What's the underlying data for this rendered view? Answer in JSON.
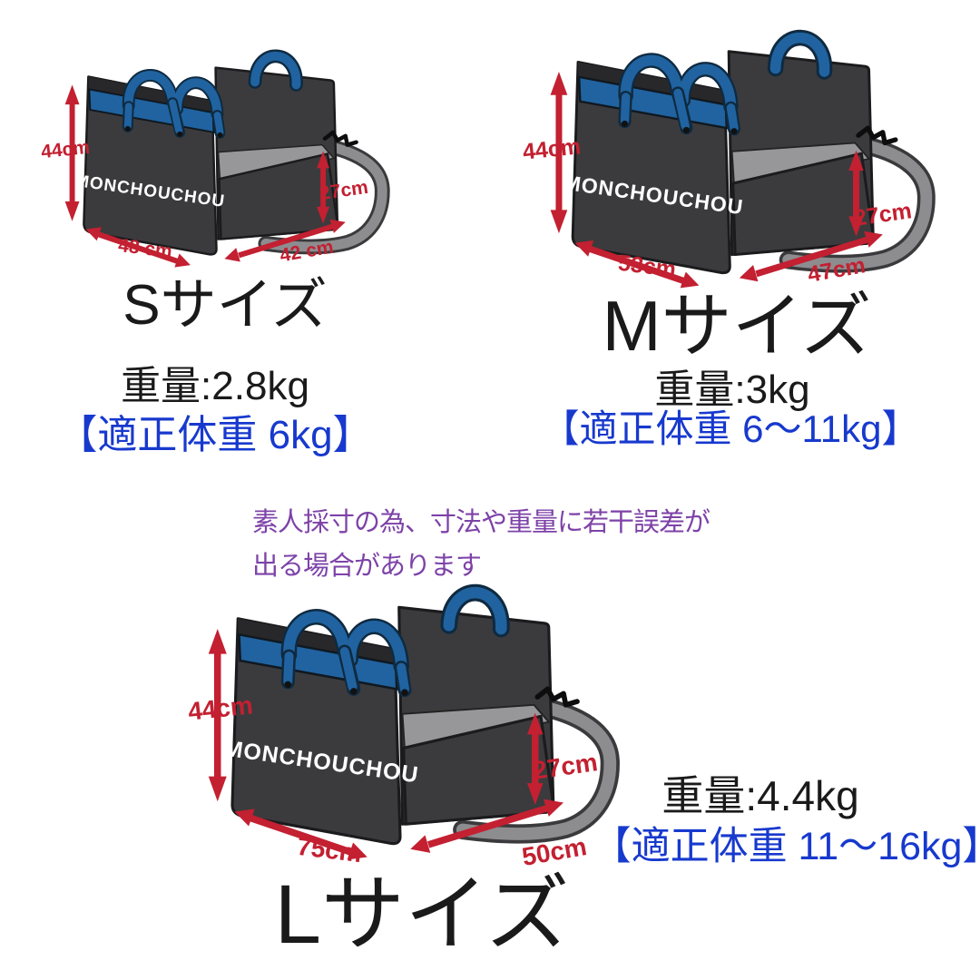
{
  "brand": "MONCHOUCHOU",
  "note": {
    "line1": "素人採寸の為、寸法や重量に若干誤差が",
    "line2": "出る場合があります"
  },
  "sizes": [
    {
      "name": "Sサイズ",
      "weight": "重量:2.8kg",
      "suitable_weight": "【適正体重 6kg】",
      "dimensions": {
        "height": "44cm",
        "width": "48 cm",
        "depth": "42 cm",
        "inner_height": "27cm"
      }
    },
    {
      "name": "Mサイズ",
      "weight": "重量:3kg",
      "suitable_weight": "【適正体重 6〜11kg】",
      "dimensions": {
        "height": "44cm",
        "width": "53cm",
        "depth": "47cm",
        "inner_height": "27cm"
      }
    },
    {
      "name": "Lサイズ",
      "weight": "重量:4.4kg",
      "suitable_weight": "【適正体重 11〜16kg】",
      "dimensions": {
        "height": "44cm",
        "width": "75cm",
        "depth": "50cm",
        "inner_height": "27cm"
      }
    }
  ],
  "colors": {
    "dimension_red": "#c32031",
    "suitable_weight_blue": "#1739ce",
    "disclaimer_purple": "#7d42a8",
    "bag_body": "#3b3b3d",
    "bag_trim_blue": "#2063a0",
    "strap_gray": "#8d8d90",
    "interior_gray": "#97979a",
    "text_black": "#1a1a1a",
    "background": "#ffffff"
  }
}
